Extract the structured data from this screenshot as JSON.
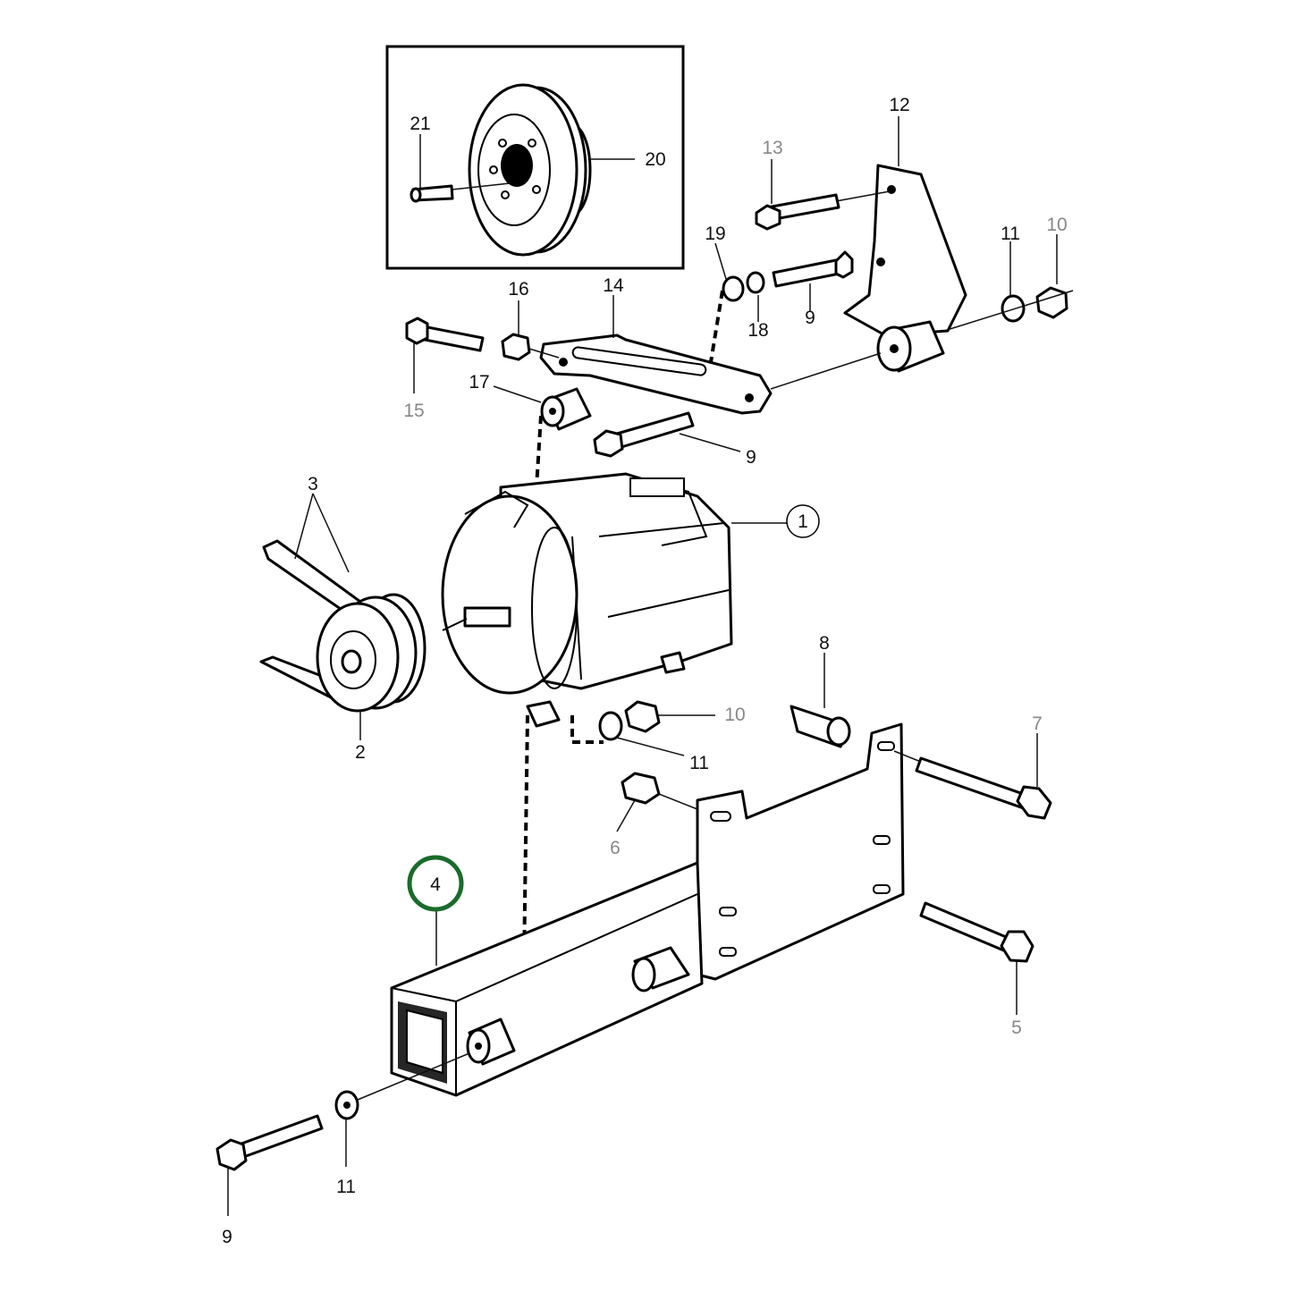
{
  "labels": {
    "p1": "1",
    "p2": "2",
    "p3": "3",
    "p4": "4",
    "p5": "5",
    "p6": "6",
    "p7": "7",
    "p8": "8",
    "p9a": "9",
    "p9b": "9",
    "p9c": "9",
    "p10a": "10",
    "p10b": "10",
    "p11a": "11",
    "p11b": "11",
    "p11c": "11",
    "p12": "12",
    "p13": "13",
    "p14": "14",
    "p15": "15",
    "p16": "16",
    "p17": "17",
    "p18": "18",
    "p19": "19",
    "p20": "20",
    "p21": "21"
  },
  "highlight": {
    "part": "4",
    "color": "#1a6b2a"
  },
  "colors": {
    "line": "#000000",
    "muted_label": "#888888",
    "background": "#ffffff"
  }
}
